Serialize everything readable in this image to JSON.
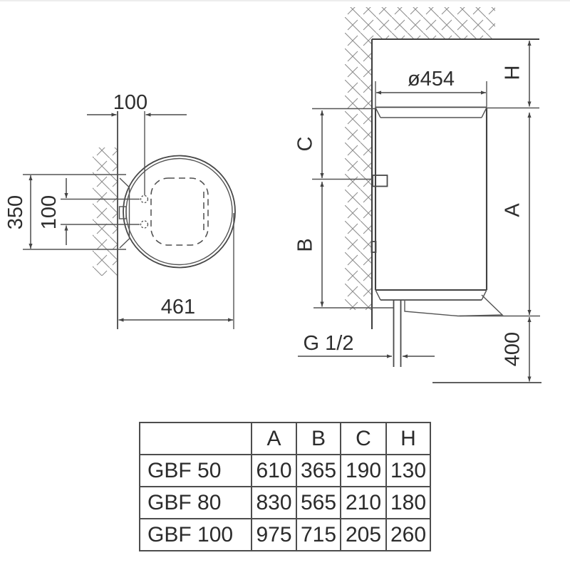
{
  "drawing": {
    "line_color": "#4a4a4a",
    "text_color": "#2e2e2e",
    "top_view": {
      "dim_hole_offset": "100",
      "dim_span": "350",
      "dim_hole_gap": "100",
      "dim_width": "461"
    },
    "side_view": {
      "dim_diameter": "ø454",
      "dim_h": "H",
      "dim_c": "C",
      "dim_b": "B",
      "dim_a": "A",
      "dim_floor": "400",
      "dim_pipe_thread": "G 1/2"
    }
  },
  "table": {
    "headers": [
      "",
      "A",
      "B",
      "C",
      "H"
    ],
    "rows": [
      {
        "model": "GBF 50",
        "values": [
          "610",
          "365",
          "190",
          "130"
        ]
      },
      {
        "model": "GBF 80",
        "values": [
          "830",
          "565",
          "210",
          "180"
        ]
      },
      {
        "model": "GBF 100",
        "values": [
          "975",
          "715",
          "205",
          "260"
        ]
      }
    ]
  }
}
